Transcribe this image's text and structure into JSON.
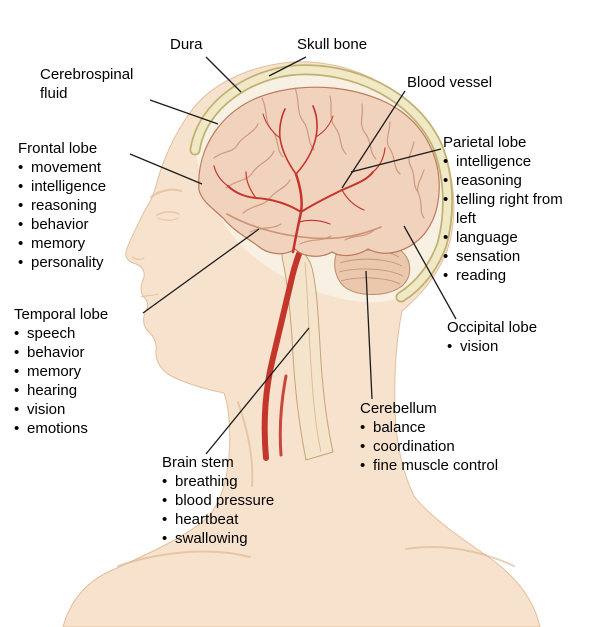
{
  "figure": {
    "bullet": "•",
    "colors": {
      "skin": "#f7e3cd",
      "skin_shade": "#dcb28c",
      "cavity": "#f8f0e2",
      "skull_bone": "#f1e9c6",
      "skull_edge": "#bfb172",
      "brain": "#f1d2bd",
      "brain_edge": "#bc7a5c",
      "gyri": "#c98f72",
      "cerebellum": "#eac7ad",
      "cerebellum_line": "#bd8a64",
      "brainstem": "#f4e4cb",
      "brainstem_edge": "#c9a175",
      "vessel": "#c4352c",
      "leader": "#1c1c1c"
    },
    "labels": {
      "dura": {
        "title": "Dura"
      },
      "skull_bone": {
        "title": "Skull bone"
      },
      "cerebrospinal_fluid": {
        "title": "Cerebrospinal fluid"
      },
      "blood_vessel": {
        "title": "Blood vessel"
      },
      "frontal_lobe": {
        "title": "Frontal lobe",
        "items": [
          "movement",
          "intelligence",
          "reasoning",
          "behavior",
          "memory",
          "personality"
        ]
      },
      "parietal_lobe": {
        "title": "Parietal lobe",
        "items": [
          "intelligence",
          "reasoning",
          "telling right from left",
          "language",
          "sensation",
          "reading"
        ]
      },
      "temporal_lobe": {
        "title": "Temporal lobe",
        "items": [
          "speech",
          "behavior",
          "memory",
          "hearing",
          "vision",
          "emotions"
        ]
      },
      "occipital_lobe": {
        "title": "Occipital lobe",
        "items": [
          "vision"
        ]
      },
      "cerebellum": {
        "title": "Cerebellum",
        "items": [
          "balance",
          "coordination",
          "fine muscle control"
        ]
      },
      "brain_stem": {
        "title": "Brain stem",
        "items": [
          "breathing",
          "blood pressure",
          "heartbeat",
          "swallowing"
        ]
      }
    }
  }
}
